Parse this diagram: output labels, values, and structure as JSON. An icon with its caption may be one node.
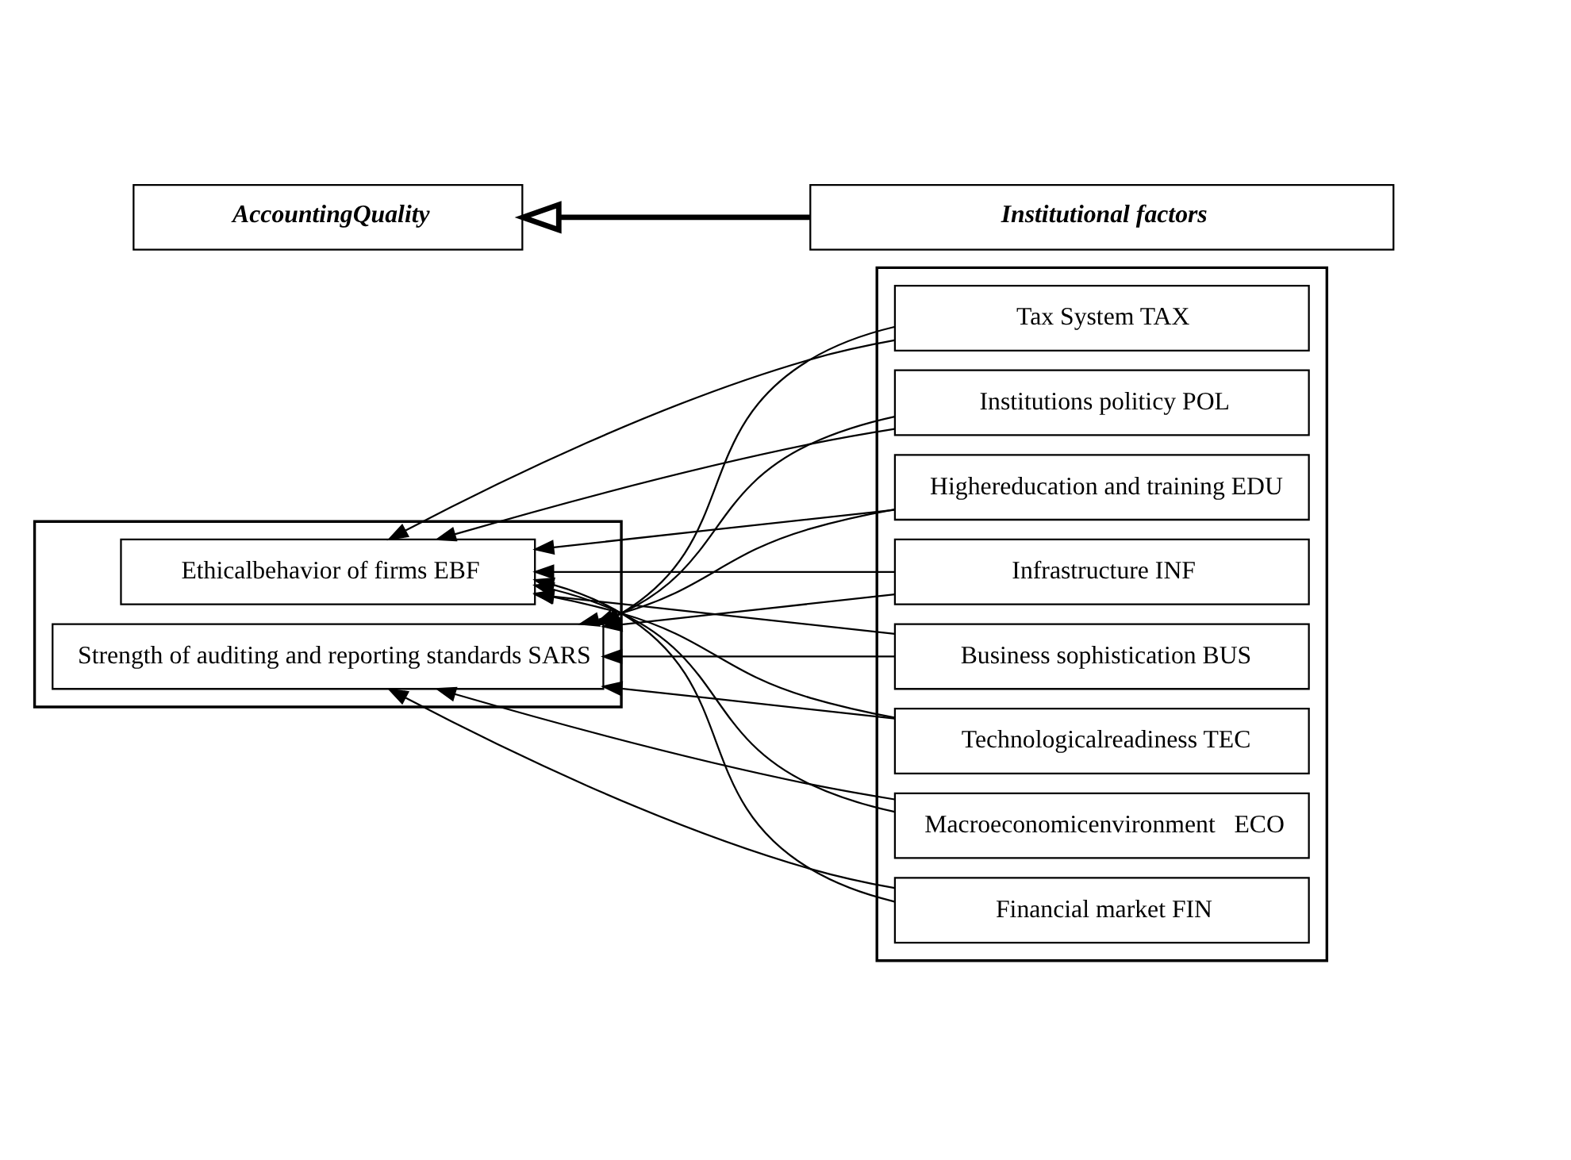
{
  "diagram": {
    "nodes": [
      {
        "text": [
          "AccountingQuality"
        ]
      },
      {
        "text": [
          "Institutional factors"
        ]
      },
      {
        "text": [],
        "shape": "box"
      },
      {
        "text": [
          "Ethicalbehavior of firms EBF"
        ],
        "in": 2
      },
      {
        "text": [
          "Strength of auditing and reporting standards SARS"
        ],
        "in": 2
      },
      {
        "text": [],
        "shape": "box"
      },
      {
        "text": [
          "Macroeconomicenvironment   ECO"
        ],
        "in": 5
      },
      {
        "text": [
          "Financial market FIN"
        ],
        "in": 5
      },
      {
        "text": [
          "Tax System TAX"
        ],
        "in": 5
      },
      {
        "text": [
          "Institutions politicy POL"
        ],
        "in": 5
      },
      {
        "text": [
          "Highereducation and training EDU"
        ],
        "in": 5
      },
      {
        "text": [
          "Infrastructure INF"
        ],
        "in": 5
      },
      {
        "text": [
          "Business sophistication BUS"
        ],
        "in": 5
      },
      {
        "text": [
          "Technologicalreadiness TEC"
        ],
        "in": 5
      }
    ],
    "edges": [
      {
        "from": 1,
        "to": 0,
        "arrow": "to",
        "style": "thick"
      },
      {
        "from": 6,
        "to": 3,
        "arrow": "to"
      },
      {
        "from": 6,
        "to": 4,
        "arrow": "to"
      },
      {
        "from": 7,
        "to": 3,
        "arrow": "to"
      },
      {
        "from": 7,
        "to": 4,
        "arrow": "to"
      },
      {
        "from": 8,
        "to": 3,
        "arrow": "to"
      },
      {
        "from": 8,
        "to": 4,
        "arrow": "to"
      },
      {
        "from": 9,
        "to": 3,
        "arrow": "to"
      },
      {
        "from": 9,
        "to": 4,
        "arrow": "to"
      },
      {
        "from": 10,
        "to": 3,
        "arrow": "to"
      },
      {
        "from": 10,
        "to": 4,
        "arrow": "to"
      },
      {
        "from": 11,
        "to": 3,
        "arrow": "to"
      },
      {
        "from": 11,
        "to": 4,
        "arrow": "to"
      },
      {
        "from": 12,
        "to": 3,
        "arrow": "to"
      },
      {
        "from": 12,
        "to": 4,
        "arrow": "to"
      },
      {
        "from": 13,
        "to": 3,
        "arrow": "to"
      },
      {
        "from": 13,
        "to": 4,
        "arrow": "to"
      }
    ]
  }
}
